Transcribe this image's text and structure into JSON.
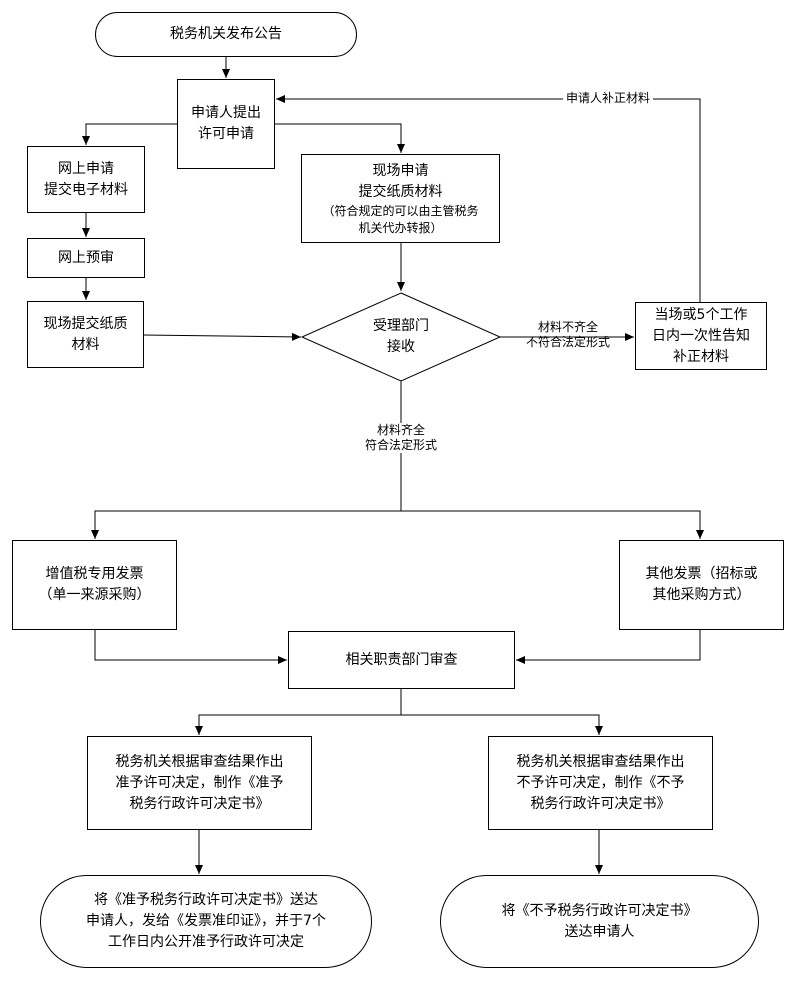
{
  "nodes": {
    "announce": "税务机关发布公告",
    "apply": [
      "申请人提出",
      "许可申请"
    ],
    "online_apply": [
      "网上申请",
      "提交电子材料"
    ],
    "onsite_apply": [
      "现场申请",
      "提交纸质材料"
    ],
    "onsite_apply_note": [
      "（符合规定的可以由主管税务",
      "机关代办转报）"
    ],
    "online_precheck": "网上预审",
    "onsite_submit": [
      "现场提交纸质",
      "材料"
    ],
    "accept": [
      "受理部门",
      "接收"
    ],
    "notify": [
      "当场或5个工作",
      "日内一次性告知",
      "补正材料"
    ],
    "vat_invoice": [
      "增值税专用发票",
      "（单一来源采购）"
    ],
    "other_invoice": [
      "其他发票（招标或",
      "其他采购方式）"
    ],
    "review": "相关职责部门审查",
    "grant_decision": [
      "税务机关根据审查结果作出",
      "准予许可决定，制作《准予",
      "税务行政许可决定书》"
    ],
    "deny_decision": [
      "税务机关根据审查结果作出",
      "不予许可决定，制作《不予",
      "税务行政许可决定书》"
    ],
    "grant_deliver": [
      "将《准予税务行政许可决定书》送达",
      "申请人，发给《发票准印证》，并于7个",
      "工作日内公开准予行政许可决定"
    ],
    "deny_deliver": [
      "将《不予税务行政许可决定书》",
      "送达申请人"
    ]
  },
  "edge_labels": {
    "supplement": "申请人补正材料",
    "incomplete": [
      "材料不齐全",
      "不符合法定形式"
    ],
    "complete": [
      "材料齐全",
      "符合法定形式"
    ]
  }
}
